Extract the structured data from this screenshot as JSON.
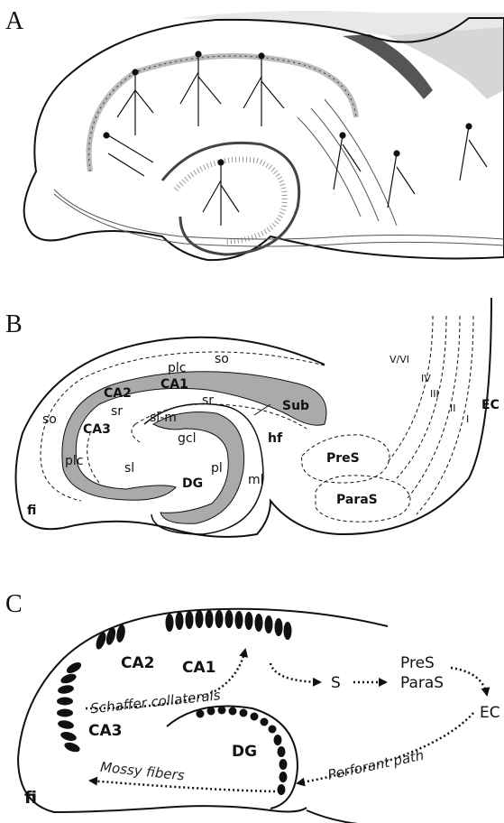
{
  "panels": {
    "a": {
      "letter": "A"
    },
    "b": {
      "letter": "B",
      "labels": {
        "so_top": "so",
        "plc_top": "plc",
        "ca1": "CA1",
        "ca2": "CA2",
        "sr_right": "sr",
        "sub": "Sub",
        "so_left": "so",
        "sr_left": "sr",
        "slm": "sl-m",
        "ca3": "CA3",
        "gcl": "gcl",
        "hf": "hf",
        "plc_left": "plc",
        "sl": "sl",
        "pl": "pl",
        "dg": "DG",
        "ml": "ml",
        "fi": "fi",
        "pres": "PreS",
        "paras": "ParaS",
        "vvi": "V/VI",
        "iv": "IV",
        "iii": "III",
        "ii": "II",
        "i": "I",
        "ec": "EC"
      }
    },
    "c": {
      "letter": "C",
      "labels": {
        "ca1": "CA1",
        "ca2": "CA2",
        "ca3": "CA3",
        "dg": "DG",
        "fi": "fi",
        "s": "S",
        "pres": "PreS",
        "paras": "ParaS",
        "ec": "EC",
        "schaffer": "Schaffer collaterals",
        "mossy": "Mossy fibers",
        "perforant": "Perforant path"
      }
    }
  }
}
